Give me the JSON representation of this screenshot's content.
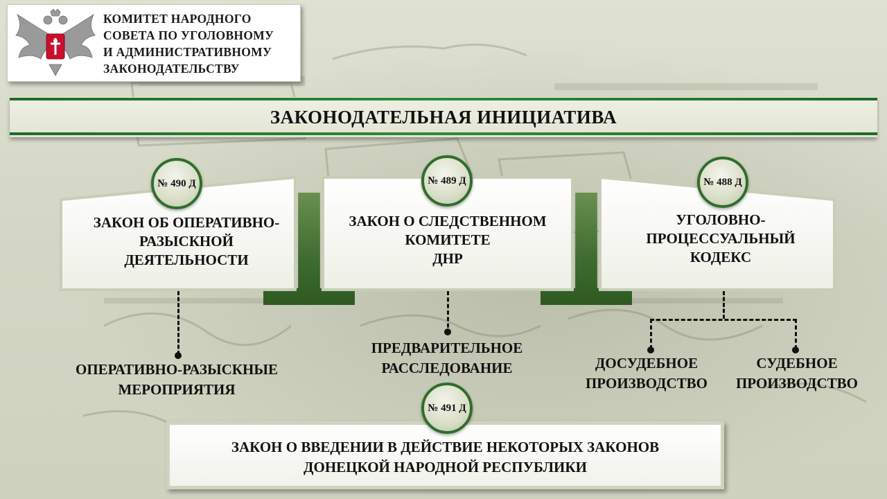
{
  "header": {
    "committee_name": "КОМИТЕТ НАРОДНОГО\nСОВЕТА ПО УГОЛОВНОМУ\nИ АДМИНИСТРАТИВНОМУ\nЗАКОНОДАТЕЛЬСТВУ"
  },
  "title": "ЗАКОНОДАТЕЛЬНАЯ ИНИЦИАТИВА",
  "laws": [
    {
      "number": "№ 490 Д",
      "title": "ЗАКОН ОБ ОПЕРАТИВНО-\nРАЗЫСКНОЙ\nДЕЯТЕЛЬНОСТИ"
    },
    {
      "number": "№ 489 Д",
      "title": "ЗАКОН О СЛЕДСТВЕННОМ\nКОМИТЕТЕ\nДНР"
    },
    {
      "number": "№ 488 Д",
      "title": "УГОЛОВНО-\nПРОЦЕССУАЛЬНЫЙ\nКОДЕКС"
    }
  ],
  "outcomes": {
    "operative": "ОПЕРАТИВНО-РАЗЫСКНЫЕ\nМЕРОПРИЯТИЯ",
    "preliminary": "ПРЕДВАРИТЕЛЬНОЕ\nРАССЛЕДОВАНИЕ",
    "pretrial": "ДОСУДЕБНОЕ\nПРОИЗВОДСТВО",
    "trial": "СУДЕБНОЕ\nПРОИЗВОДСТВО"
  },
  "bottom_law": {
    "number": "№ 491 Д",
    "title": "ЗАКОН О ВВЕДЕНИИ В ДЕЙСТВИЕ НЕКОТОРЫХ ЗАКОНОВ\nДОНЕЦКОЙ НАРОДНОЙ РЕСПУБЛИКИ"
  },
  "colors": {
    "accent_green": "#2e6e2c",
    "background": "#d6d9c8"
  }
}
